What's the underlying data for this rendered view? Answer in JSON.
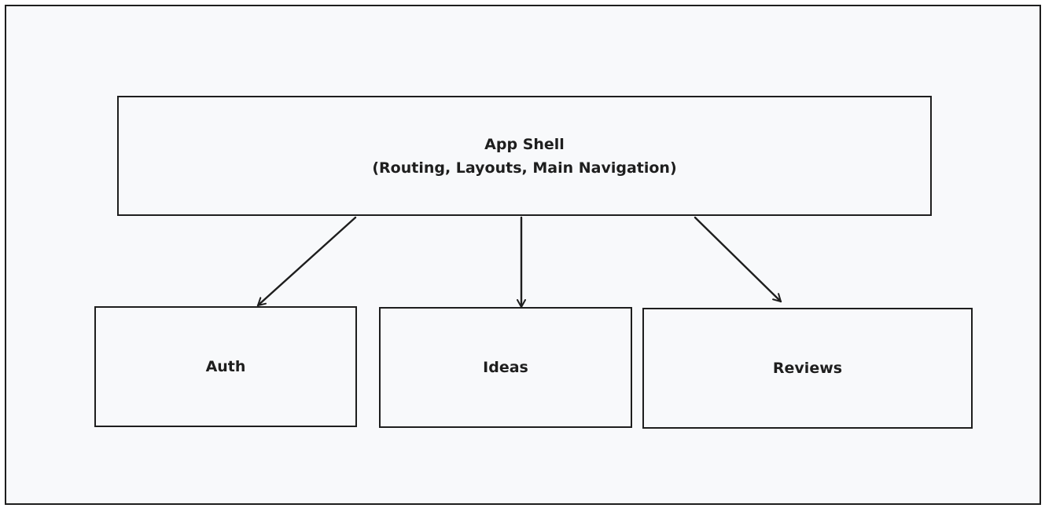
{
  "diagram": {
    "nodes": [
      {
        "id": "app-shell",
        "lines": [
          "App Shell",
          "(Routing, Layouts, Main Navigation)"
        ]
      },
      {
        "id": "auth",
        "lines": [
          "Auth"
        ]
      },
      {
        "id": "ideas",
        "lines": [
          "Ideas"
        ]
      },
      {
        "id": "reviews",
        "lines": [
          "Reviews"
        ]
      }
    ],
    "edges": [
      {
        "from": "app-shell",
        "to": "auth"
      },
      {
        "from": "app-shell",
        "to": "ideas"
      },
      {
        "from": "app-shell",
        "to": "reviews"
      }
    ]
  },
  "colors": {
    "stroke": "#1e1e1e",
    "background": "#f8f9fb"
  }
}
